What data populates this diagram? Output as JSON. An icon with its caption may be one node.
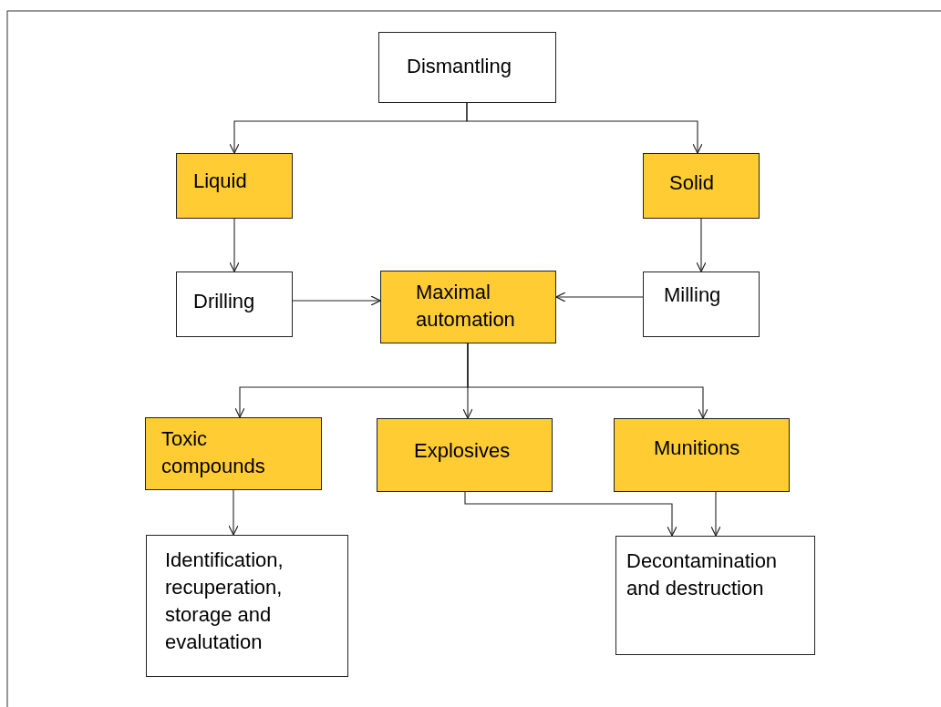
{
  "diagram": {
    "nodes": [
      {
        "text": [
          "Dismantling"
        ]
      },
      {
        "text": [
          "Liquid"
        ]
      },
      {
        "text": [
          "Solid"
        ]
      },
      {
        "text": [
          "Drilling"
        ]
      },
      {
        "text": [
          "Maximal automation"
        ]
      },
      {
        "text": [
          "Milling"
        ]
      },
      {
        "text": [
          "Toxic compounds"
        ]
      },
      {
        "text": [
          "Explosives"
        ]
      },
      {
        "text": [
          "Munitions"
        ]
      },
      {
        "text": [
          "Identification, recuperation, storage and evalutation"
        ]
      },
      {
        "text": [
          "Decontamination and destruction"
        ]
      }
    ],
    "edges": [
      {
        "from": 0,
        "to": 1,
        "arrow": "to"
      },
      {
        "from": 0,
        "to": 2,
        "arrow": "to"
      },
      {
        "from": 1,
        "to": 3,
        "arrow": "to"
      },
      {
        "from": 2,
        "to": 5,
        "arrow": "to"
      },
      {
        "from": 3,
        "to": 4,
        "arrow": "to"
      },
      {
        "from": 5,
        "to": 4,
        "arrow": "to"
      },
      {
        "from": 4,
        "to": 6,
        "arrow": "to"
      },
      {
        "from": 4,
        "to": 7,
        "arrow": "to"
      },
      {
        "from": 4,
        "to": 8,
        "arrow": "to"
      },
      {
        "from": 6,
        "to": 9,
        "arrow": "to"
      },
      {
        "from": 7,
        "to": 10,
        "arrow": "to"
      },
      {
        "from": 8,
        "to": 10,
        "arrow": "to"
      }
    ]
  }
}
